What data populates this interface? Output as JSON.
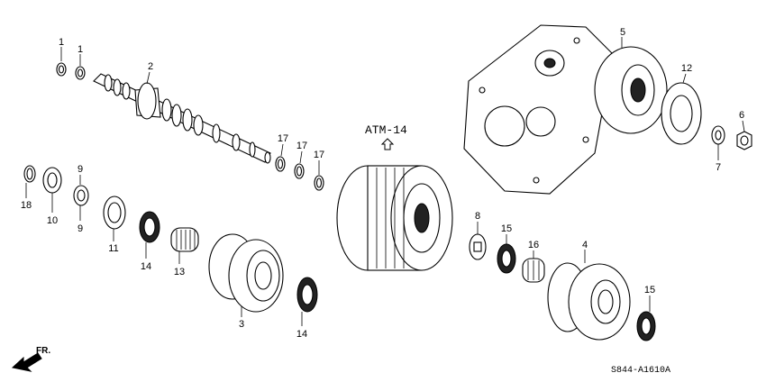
{
  "diagram": {
    "reference_label": "ATM-14",
    "drawing_code": "S844-A1610A",
    "direction_label": "FR.",
    "callouts": [
      {
        "id": "c1a",
        "text": "1"
      },
      {
        "id": "c1b",
        "text": "1"
      },
      {
        "id": "c2",
        "text": "2"
      },
      {
        "id": "c3",
        "text": "3"
      },
      {
        "id": "c4",
        "text": "4"
      },
      {
        "id": "c5",
        "text": "5"
      },
      {
        "id": "c6",
        "text": "6"
      },
      {
        "id": "c7",
        "text": "7"
      },
      {
        "id": "c8",
        "text": "8"
      },
      {
        "id": "c9a",
        "text": "9"
      },
      {
        "id": "c9b",
        "text": "9"
      },
      {
        "id": "c10",
        "text": "10"
      },
      {
        "id": "c11",
        "text": "11"
      },
      {
        "id": "c12",
        "text": "12"
      },
      {
        "id": "c13",
        "text": "13"
      },
      {
        "id": "c14a",
        "text": "14"
      },
      {
        "id": "c14b",
        "text": "14"
      },
      {
        "id": "c15a",
        "text": "15"
      },
      {
        "id": "c15b",
        "text": "15"
      },
      {
        "id": "c16",
        "text": "16"
      },
      {
        "id": "c17a",
        "text": "17"
      },
      {
        "id": "c17b",
        "text": "17"
      },
      {
        "id": "c17c",
        "text": "17"
      },
      {
        "id": "c18",
        "text": "18"
      }
    ]
  }
}
